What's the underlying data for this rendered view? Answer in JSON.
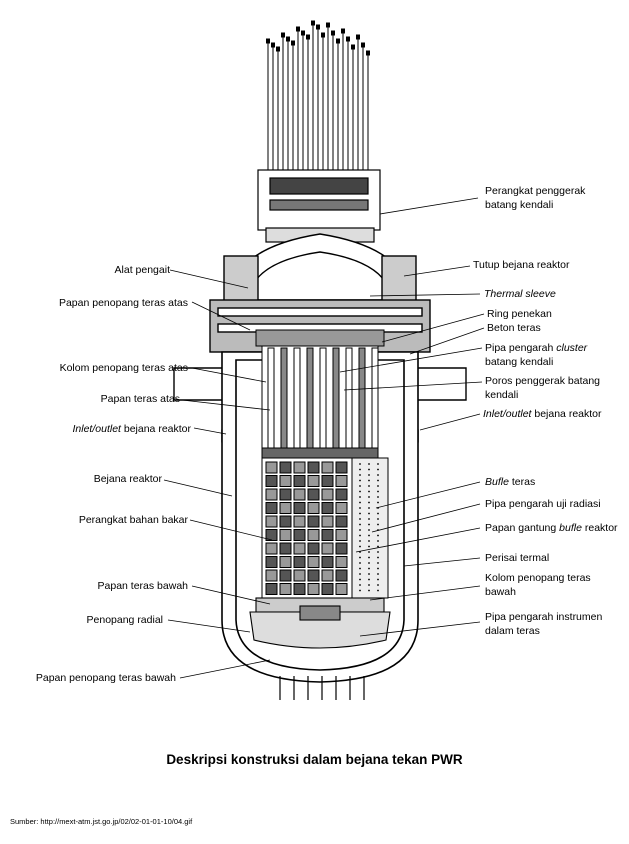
{
  "labels": {
    "left": {
      "alat_pengait": "Alat pengait",
      "papan_penopang_teras_atas": "Papan penopang teras atas",
      "kolom_penopang_teras_atas": "Kolom penopang teras atas",
      "papan_teras_atas": "Papan teras atas",
      "inlet_outlet_italic": "Inlet/outlet",
      "inlet_outlet_rest": " bejana reaktor",
      "bejana_reaktor": "Bejana reaktor",
      "perangkat_bahan_bakar": "Perangkat bahan bakar",
      "papan_teras_bawah": "Papan teras bawah",
      "penopang_radial": "Penopang radial",
      "papan_penopang_teras_bawah": "Papan penopang teras bawah"
    },
    "right": {
      "perangkat_penggerak_1": "Perangkat penggerak",
      "perangkat_penggerak_2": "batang kendali",
      "tutup_bejana": "Tutup bejana reaktor",
      "thermal_sleeve": "Thermal sleeve",
      "ring_penekan": "Ring penekan",
      "beton_teras": "Beton teras",
      "pipa_pengarah_1_pre": "Pipa pengarah ",
      "pipa_pengarah_1_italic": "cluster",
      "pipa_pengarah_2": "batang kendali",
      "poros_penggerak_1": "Poros penggerak batang",
      "poros_penggerak_2": "kendali",
      "inlet_outlet_italic": "Inlet/outlet",
      "inlet_outlet_rest": " bejana reaktor",
      "bufle_italic": "Bufle",
      "bufle_rest": " teras",
      "pipa_uji_radiasi": "Pipa pengarah uji radiasi",
      "papan_gantung_pre": "Papan gantung ",
      "papan_gantung_italic": "bufle",
      "papan_gantung_rest": " reaktor",
      "perisai_termal": "Perisai termal",
      "kolom_bawah_1": "Kolom penopang teras",
      "kolom_bawah_2": "bawah",
      "pipa_instrumen_1": "Pipa pengarah instrumen",
      "pipa_instrumen_2": "dalam teras"
    }
  },
  "caption": "Deskripsi konstruksi dalam bejana tekan PWR",
  "source": "Sumber: http://mext-atm.jst.go.jp/02/02-01-01-10/04.gif",
  "colors": {
    "line": "#000000",
    "background": "#ffffff",
    "shade": "#555555"
  }
}
